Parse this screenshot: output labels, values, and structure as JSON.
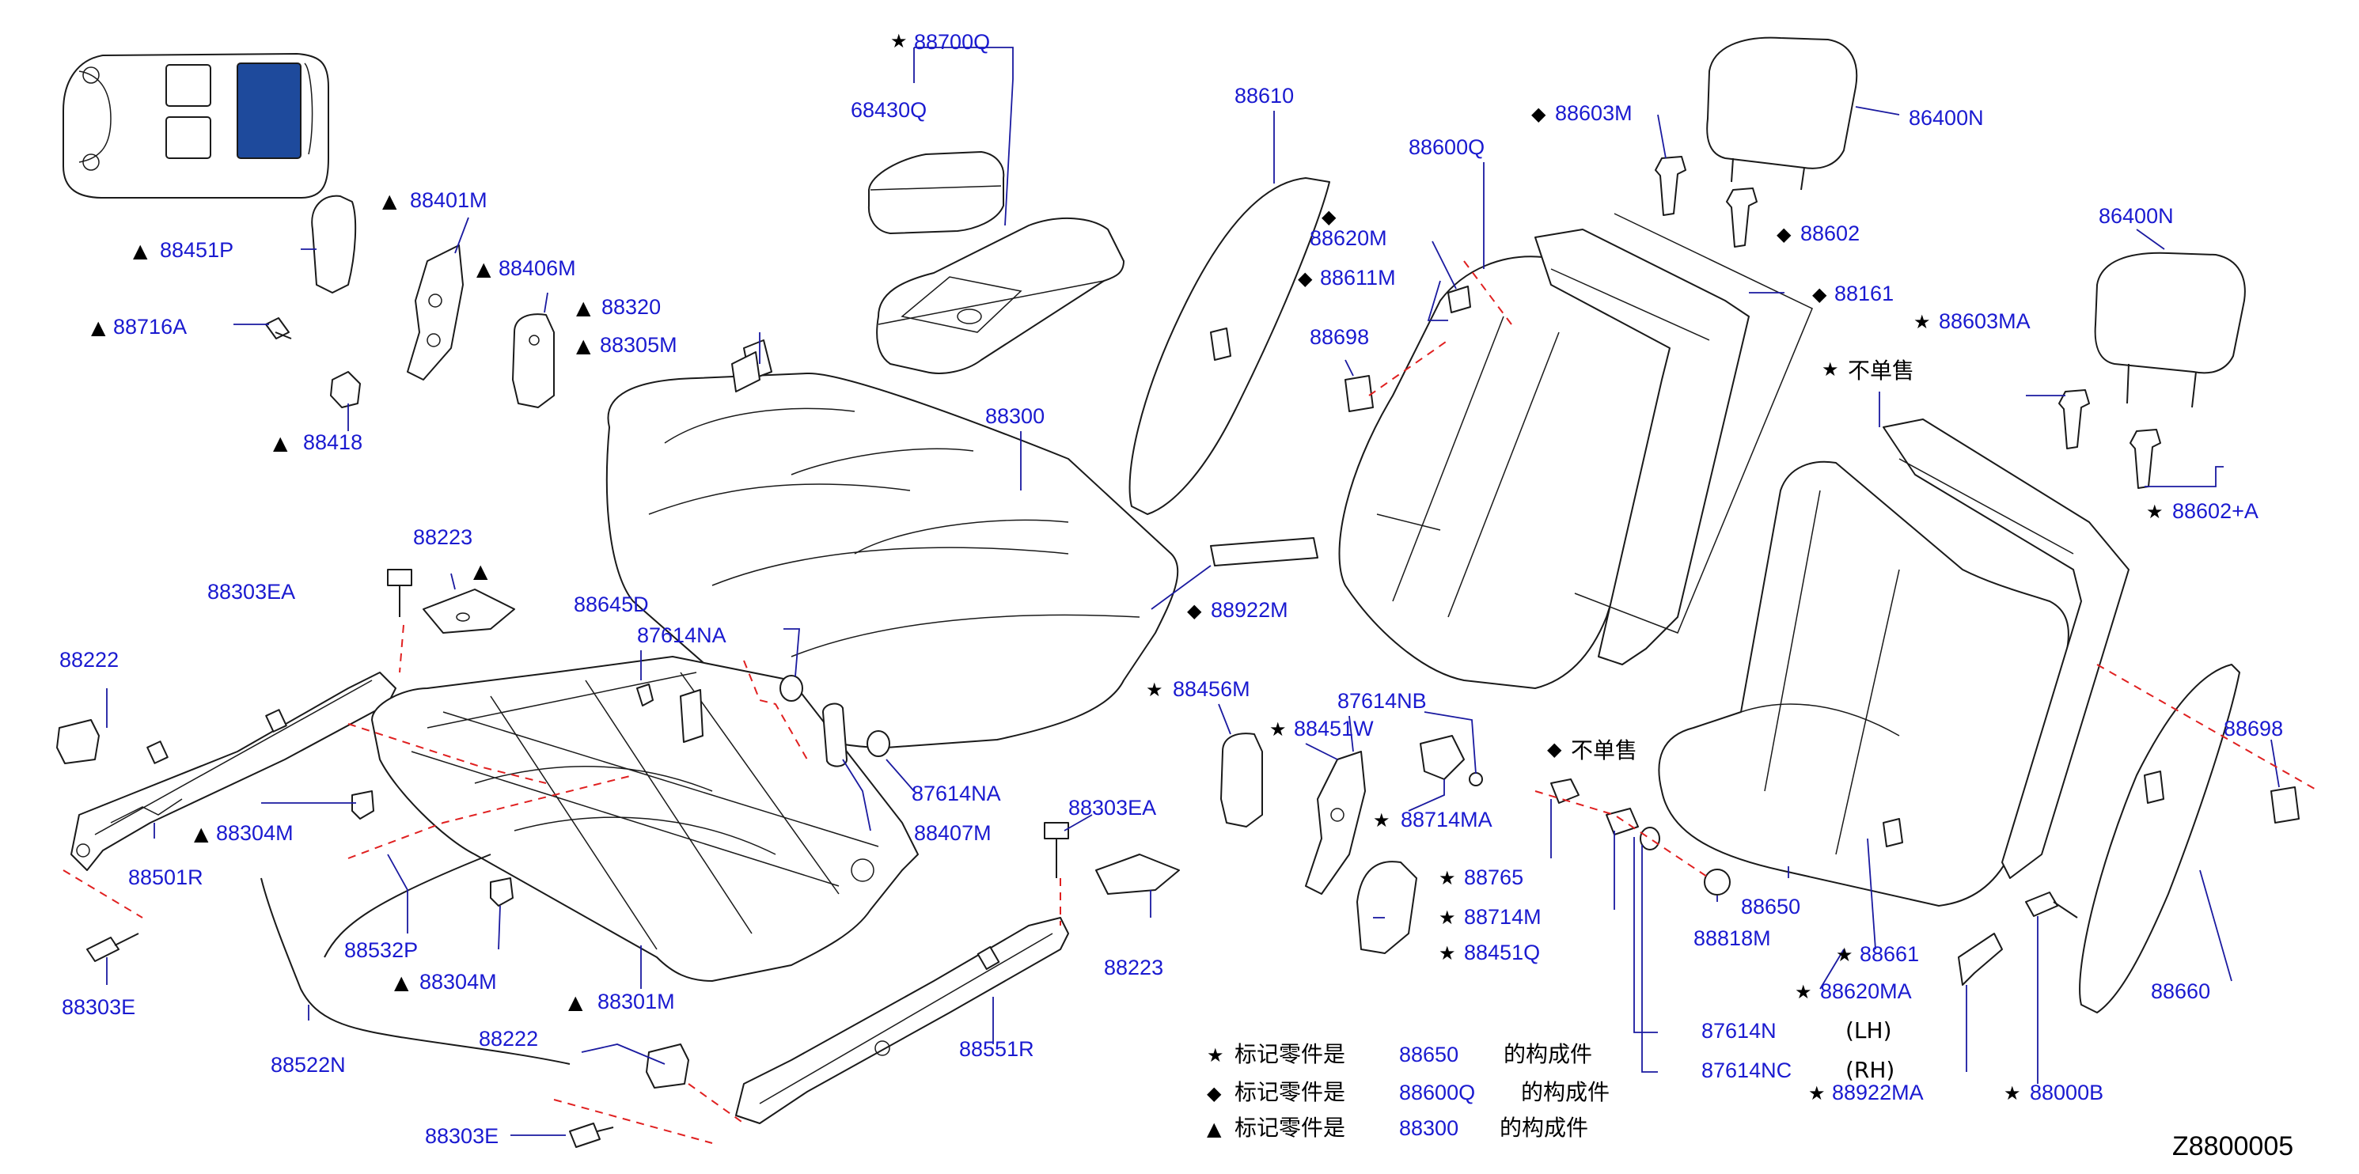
{
  "parts": {
    "p88700Q": "88700Q",
    "p68430Q": "68430Q",
    "p88610": "88610",
    "p88600Q": "88600Q",
    "p88603M": "88603M",
    "p86400N_a": "86400N",
    "p86400N_b": "86400N",
    "p88401M": "88401M",
    "p88451P": "88451P",
    "p88406M": "88406M",
    "p88716A": "88716A",
    "p88320": "88320",
    "p88305M": "88305M",
    "p88418": "88418",
    "p88300": "88300",
    "p88620M": "88620M",
    "p88611M": "88611M",
    "p88602": "88602",
    "p88161": "88161",
    "p88698_a": "88698",
    "p88603MA": "88603MA",
    "p88602A": "88602+A",
    "p88223_a": "88223",
    "p88303EA_a": "88303EA",
    "p88645D": "88645D",
    "p87614NA_a": "87614NA",
    "p88222_a": "88222",
    "p88922M": "88922M",
    "p88456M": "88456M",
    "p87614NB": "87614NB",
    "p88451W": "88451W",
    "p87614NA_b": "87614NA",
    "p88304M_a": "88304M",
    "p88407M": "88407M",
    "p88714MA": "88714MA",
    "p88501R": "88501R",
    "p88303EA_b": "88303EA",
    "p88698_b": "88698",
    "p88532P": "88532P",
    "p88765": "88765",
    "p88650": "88650",
    "p88303E_a": "88303E",
    "p88304M_b": "88304M",
    "p88223_b": "88223",
    "p88714M": "88714M",
    "p88818M": "88818M",
    "p88301M": "88301M",
    "p88451Q": "88451Q",
    "p88661": "88661",
    "p88620MA": "88620MA",
    "p88660": "88660",
    "p88222_b": "88222",
    "p88551R": "88551R",
    "p87614N": "87614N",
    "p88522N": "88522N",
    "p87614NC": "87614NC",
    "p88303E_b": "88303E",
    "p88922MA": "88922MA",
    "p88000B": "88000B"
  },
  "markers": {
    "star": "★",
    "diamond": "◆",
    "triangle": "▲"
  },
  "notes": {
    "not_sold_a": "不单售",
    "not_sold_b": "不单售",
    "lh": "(LH)",
    "rh": "(RH)"
  },
  "legend": [
    {
      "marker": "★",
      "prefix": "标记零件是",
      "part": "88650",
      "suffix": "的构成件"
    },
    {
      "marker": "◆",
      "prefix": "标记零件是",
      "part": "88600Q",
      "suffix": "的构成件"
    },
    {
      "marker": "▲",
      "prefix": "标记零件是",
      "part": "88300",
      "suffix": "的构成件"
    }
  ],
  "diagram_code": "Z8800005",
  "colors": {
    "label": "#1a1ad0",
    "line": "#1a1a1a",
    "dash": "#e02020",
    "highlight": "#1e4a9c"
  }
}
